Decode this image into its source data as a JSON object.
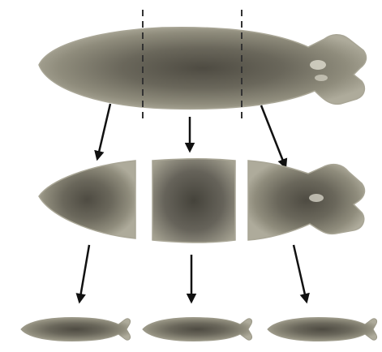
{
  "diagram": {
    "stages": [
      {
        "name": "original-specimen"
      },
      {
        "name": "cut-into-three-pieces",
        "pieces": [
          "tail-piece",
          "middle-piece",
          "head-piece"
        ]
      },
      {
        "name": "three-regenerated-worms",
        "count": 3
      }
    ],
    "colors": {
      "background": "#ffffff",
      "body": "#8a8878",
      "body_dark": "#56534a",
      "edge": "#b6b3a3",
      "arrow": "#111111",
      "cut_line": "#333333"
    }
  }
}
